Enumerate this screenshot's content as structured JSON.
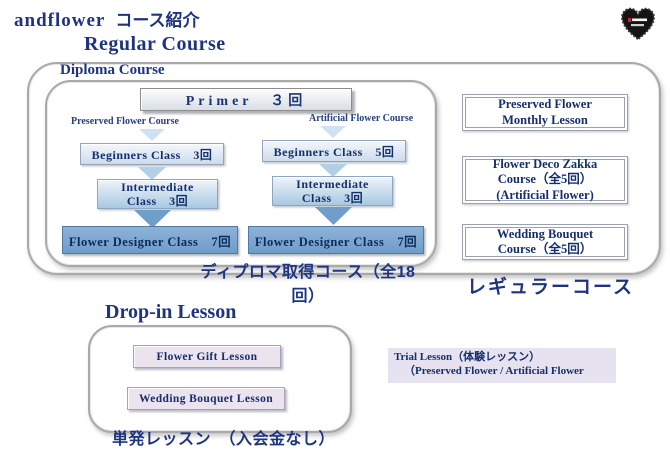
{
  "page": {
    "title_en": "andflower",
    "title_jp": "コース紹介"
  },
  "regular": {
    "heading": "Regular Course",
    "label_jp": "レギュラーコース",
    "diploma": {
      "heading": "Diploma Course",
      "primer": "Primer　３回",
      "caption": "ディプロマ取得コース（全18回）",
      "branches": [
        {
          "label": "Preserved Flower Course",
          "beginners": "Beginners Class　3回",
          "intermediate_line1": "Intermediate",
          "intermediate_line2": "Class　3回",
          "designer": "Flower Designer Class　7回"
        },
        {
          "label": "Artificial Flower Course",
          "beginners": "Beginners Class　5回",
          "intermediate_line1": "Intermediate",
          "intermediate_line2": "Class　3回",
          "designer": "Flower Designer Class　7回"
        }
      ]
    },
    "side_courses": [
      {
        "line1": "Preserved Flower",
        "line2": "Monthly Lesson"
      },
      {
        "line1": "Flower Deco Zakka",
        "line2": "Course（全5回）",
        "line3": "(Artificial Flower)"
      },
      {
        "line1": "Wedding Bouquet",
        "line2": "Course（全5回）"
      }
    ]
  },
  "dropin": {
    "heading": "Drop-in Lesson",
    "lesson1": "Flower Gift Lesson",
    "lesson2": "Wedding Bouquet Lesson",
    "caption": "単発レッスン　（入会金なし）"
  },
  "trial": {
    "line1": "Trial Lesson（体験レッスン）",
    "line2": "（Preserved Flower / Artificial Flower"
  },
  "colors": {
    "heading_navy": "#1e3480",
    "text_navy": "#142f6b",
    "designer_fill": "#7aa6cf",
    "arrow_light": "#cfe2f2",
    "arrow_mid": "#b2cfe8",
    "arrow_dark": "#6f9ecb",
    "lavender": "#ebe3ee"
  }
}
